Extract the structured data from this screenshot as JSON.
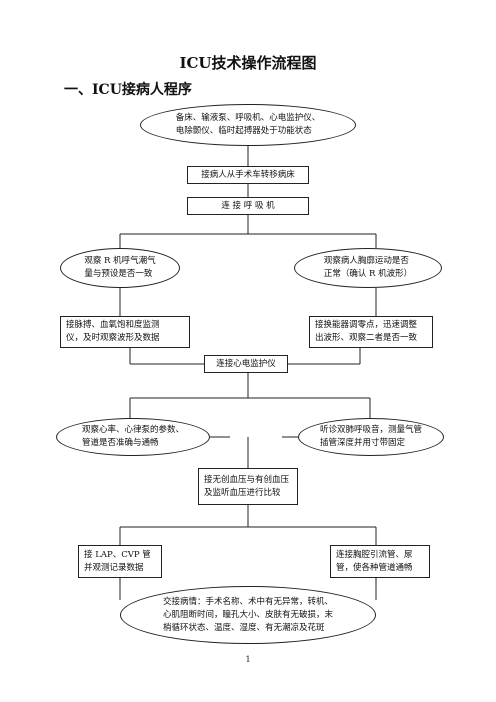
{
  "title": "ICU技术操作流程图",
  "section": "一、ICU接病人程序",
  "nodes": {
    "prepare": "备床、输液泵、呼吸机、心电监护仪、\n电除颤仪、临时起搏器处于功能状态",
    "transfer": "接病人从手术车转移病床",
    "ventilator": "连 接 呼 吸 机",
    "observe_breath": "观察 R 机呼气潮气\n量与预设是否一致",
    "observe_chest": "观察病人胸廓运动是否\n正常（确认 R 机波形）",
    "pulse_ox": "接脉搏、血氧饱和度监测\n仪，及时观察波形及数据",
    "transducer": "接换能器调零点，迅速调整\n出波形、观察二者是否一致",
    "ecg": "连接心电监护仪",
    "observe_heart": "观察心率、心律泵的参数、\n管道是否准确与通畅",
    "auscultate": "听诊双肺呼吸音，测量气管\n插管深度并用寸带固定",
    "bp_compare": "接无创血压与有创血压\n及监听血压进行比较",
    "lap_cvp": "接 LAP、CVP 管\n并观测记录数据",
    "drainage": "连接胸腔引流管、尿\n管，使各种管道通畅",
    "handover": "交接病情：手术名称、术中有无异常，转机、\n心肌阻断时间，瞳孔大小、皮肤有无破损，末\n梢循环状态、温度、湿度、有无潮凉及花斑"
  },
  "page_number": "1"
}
